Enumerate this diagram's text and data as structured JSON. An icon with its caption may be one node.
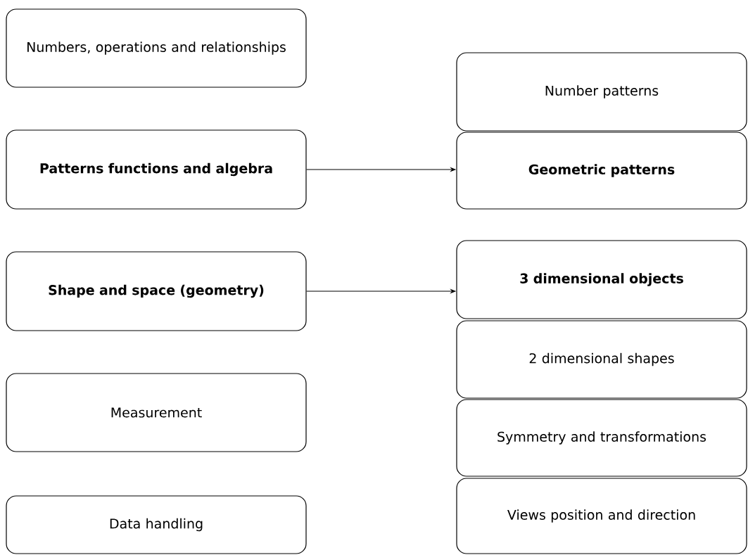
{
  "diagram": {
    "nodes": [
      {
        "text": [
          "Numbers, operations and relationships"
        ]
      },
      {
        "text": [
          "Patterns functions and algebra"
        ]
      },
      {
        "text": [
          "Shape and space (geometry)"
        ]
      },
      {
        "text": [
          "Measurement"
        ]
      },
      {
        "text": [
          "Data handling"
        ]
      },
      {
        "text": [
          "Number patterns"
        ]
      },
      {
        "text": [
          "Geometric patterns"
        ]
      },
      {
        "text": [
          "3 dimensional objects"
        ]
      },
      {
        "text": [
          "2 dimensional shapes"
        ]
      },
      {
        "text": [
          "Symmetry and transformations"
        ]
      },
      {
        "text": [
          "Views position and direction"
        ]
      }
    ],
    "edges": [
      {
        "from": 1,
        "to": 6,
        "arrow": "to"
      },
      {
        "from": 2,
        "to": 7,
        "arrow": "to"
      }
    ]
  }
}
